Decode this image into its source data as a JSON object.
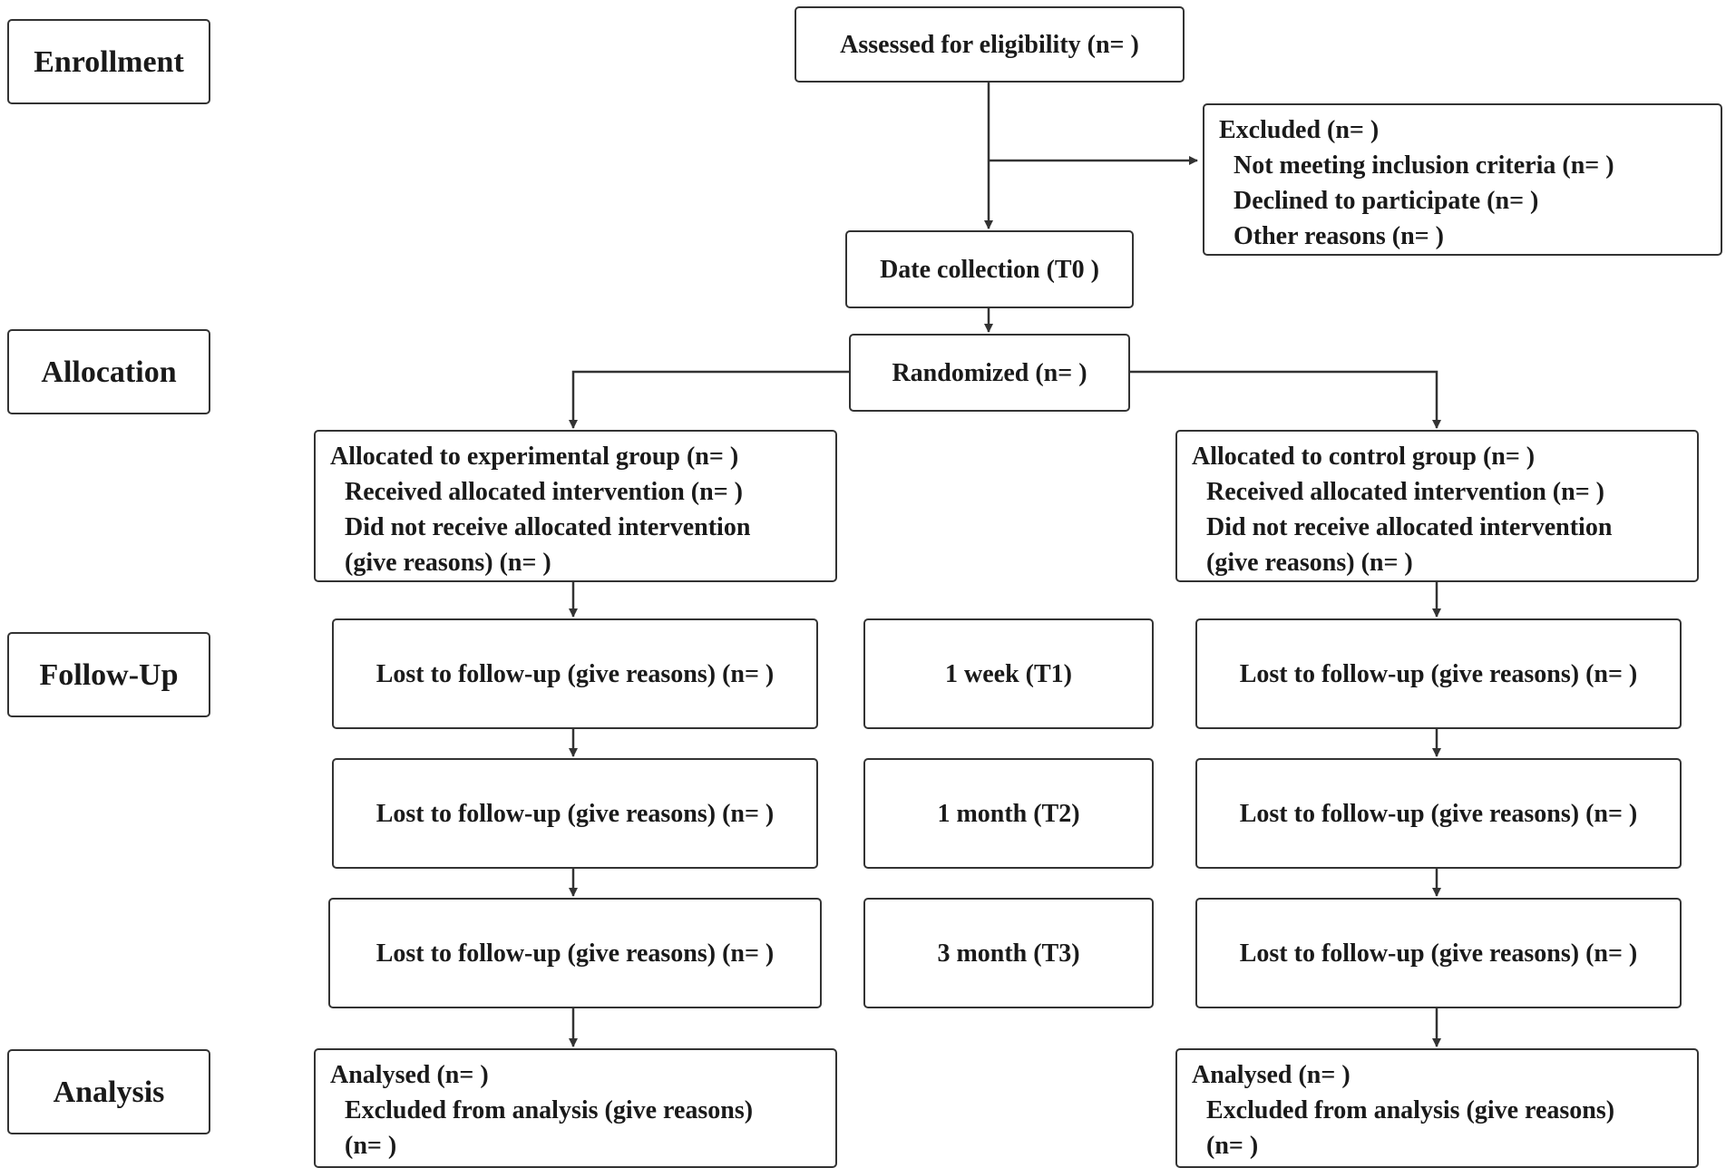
{
  "stages": {
    "enrollment": "Enrollment",
    "allocation": "Allocation",
    "follow_up": "Follow-Up",
    "analysis": "Analysis"
  },
  "enrollment": {
    "assessed": "Assessed for eligibility (n= )",
    "excluded": {
      "title": "Excluded  (n=   )",
      "reasons": [
        "Not meeting inclusion criteria (n=  )",
        "Declined to participate (n=  )",
        "Other reasons (n=  )"
      ]
    },
    "data_collection": "Date collection (T0 )"
  },
  "allocation": {
    "randomized": "Randomized (n= )",
    "experimental": {
      "title": "Allocated to experimental  group (n=  )",
      "received": "Received allocated intervention (n=  )",
      "not_received": "Did not receive allocated intervention",
      "reasons": "(give reasons) (n=  )"
    },
    "control": {
      "title": "Allocated to control  group (n=  )",
      "received": "Received allocated intervention (n=  )",
      "not_received": "Did not receive allocated intervention",
      "reasons": "(give reasons) (n=  )"
    }
  },
  "follow_up": {
    "timepoints": [
      "1 week (T1)",
      "1 month (T2)",
      "3 month (T3)"
    ],
    "experimental": [
      "Lost to follow-up (give reasons) (n=  )",
      "Lost to follow-up (give reasons) (n=  )",
      "Lost to follow-up (give reasons) (n=  )"
    ],
    "control": [
      "Lost to follow-up (give reasons) (n=  )",
      "Lost to follow-up (give reasons) (n=  )",
      "Lost to follow-up (give reasons) (n=  )"
    ]
  },
  "analysis": {
    "experimental": {
      "title": "Analysed  (n=  )",
      "excluded": "Excluded from analysis (give reasons)",
      "n": "(n=  )"
    },
    "control": {
      "title": "Analysed  (n=  )",
      "excluded": "Excluded from analysis (give reasons)",
      "n": "(n=  )"
    }
  },
  "colors": {
    "stroke": "#333333",
    "text": "#1a1a1a",
    "background": "#ffffff"
  }
}
